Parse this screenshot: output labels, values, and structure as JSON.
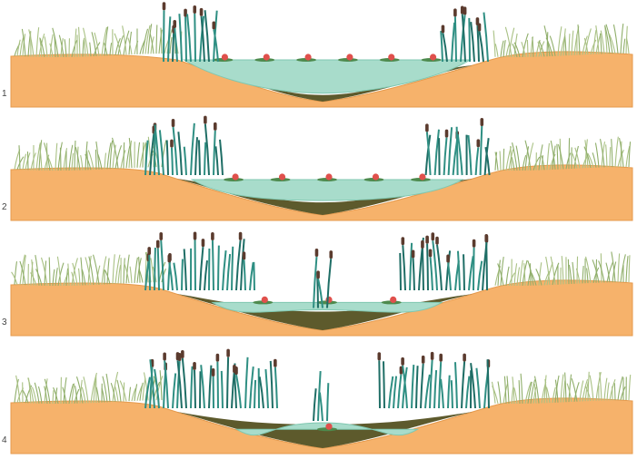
{
  "diagram": {
    "colors": {
      "soil": "#f6b26b",
      "soil_edge": "#e59a4d",
      "water": "#a8dccb",
      "water_edge": "#7fc7b0",
      "sediment": "#5d5a2c",
      "grass": "#a9c184",
      "grass_dark": "#8fae6a",
      "reed": "#2f8f83",
      "reed_dark": "#1f6e66",
      "cattail": "#5b3b2e",
      "lily_pad": "#4d8a4d",
      "flower": "#e0504c"
    },
    "panels": [
      {
        "id": "stage-1",
        "label": "1",
        "water_level": 1.0,
        "sediment": 0.15,
        "reed_density": 0.25
      },
      {
        "id": "stage-2",
        "label": "2",
        "water_level": 0.75,
        "sediment": 0.45,
        "reed_density": 0.45
      },
      {
        "id": "stage-3",
        "label": "3",
        "water_level": 0.45,
        "sediment": 0.75,
        "reed_density": 0.75
      },
      {
        "id": "stage-4",
        "label": "4",
        "water_level": 0.1,
        "sediment": 1.0,
        "reed_density": 1.0
      }
    ]
  }
}
